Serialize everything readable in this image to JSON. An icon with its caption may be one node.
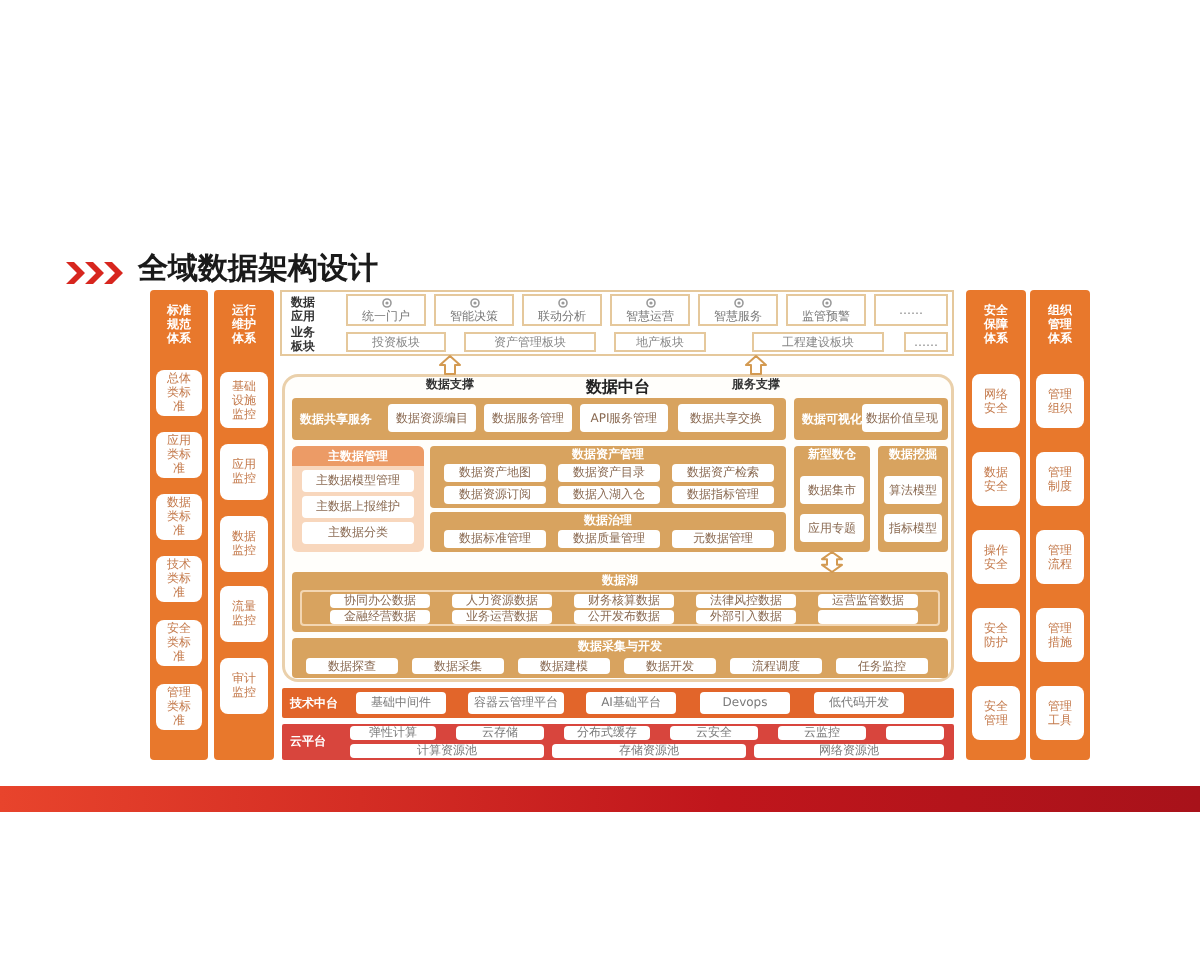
{
  "diagram": {
    "title": "全域数据架构设计",
    "nodes": [
      {
        "text": [
          "标准规范体系"
        ]
      },
      {
        "text": [
          "总体类标准"
        ],
        "in": 0
      },
      {
        "text": [
          "应用类标准"
        ],
        "in": 0
      },
      {
        "text": [
          "数据类标准"
        ],
        "in": 0
      },
      {
        "text": [
          "技术类标准"
        ],
        "in": 0
      },
      {
        "text": [
          "安全类标准"
        ],
        "in": 0
      },
      {
        "text": [
          "管理类标准"
        ],
        "in": 0
      },
      {
        "text": [
          "运行维护体系"
        ]
      },
      {
        "text": [
          "基础设施监控"
        ],
        "in": 7
      },
      {
        "text": [
          "应用监控"
        ],
        "in": 7
      },
      {
        "text": [
          "数据监控"
        ],
        "in": 7
      },
      {
        "text": [
          "流量监控"
        ],
        "in": 7
      },
      {
        "text": [
          "审计监控"
        ],
        "in": 7
      },
      {
        "text": [
          "数据应用",
          "业务板块"
        ]
      },
      {
        "text": [
          "统一门户"
        ],
        "in": 13
      },
      {
        "text": [
          "智能决策"
        ],
        "in": 13
      },
      {
        "text": [
          "联动分析"
        ],
        "in": 13
      },
      {
        "text": [
          "智慧运营"
        ],
        "in": 13
      },
      {
        "text": [
          "智慧服务"
        ],
        "in": 13
      },
      {
        "text": [
          "监管预警"
        ],
        "in": 13
      },
      {
        "text": [
          "……"
        ],
        "in": 13
      },
      {
        "text": [
          "投资板块"
        ],
        "in": 13
      },
      {
        "text": [
          "资产管理板块"
        ],
        "in": 13
      },
      {
        "text": [
          "地产板块"
        ],
        "in": 13
      },
      {
        "text": [
          "工程建设板块"
        ],
        "in": 13
      },
      {
        "text": [
          "……"
        ],
        "in": 13
      },
      {
        "text": [
          "数据中台"
        ]
      },
      {
        "text": [
          "数据共享服务"
        ],
        "in": 26
      },
      {
        "text": [
          "数据资源编目"
        ],
        "in": 27
      },
      {
        "text": [
          "数据服务管理"
        ],
        "in": 27
      },
      {
        "text": [
          "API服务管理"
        ],
        "in": 27
      },
      {
        "text": [
          "数据共享交换"
        ],
        "in": 27
      },
      {
        "text": [
          "数据可视化"
        ],
        "in": 26
      },
      {
        "text": [
          "数据价值呈现"
        ],
        "in": 32
      },
      {
        "text": [
          "主数据管理"
        ],
        "in": 26
      },
      {
        "text": [
          "主数据模型管理"
        ],
        "in": 34
      },
      {
        "text": [
          "主数据上报维护"
        ],
        "in": 34
      },
      {
        "text": [
          "主数据分类"
        ],
        "in": 34
      },
      {
        "text": [
          "数据资产管理"
        ],
        "in": 26
      },
      {
        "text": [
          "数据资产地图"
        ],
        "in": 38
      },
      {
        "text": [
          "数据资产目录"
        ],
        "in": 38
      },
      {
        "text": [
          "数据资产检索"
        ],
        "in": 38
      },
      {
        "text": [
          "数据资源订阅"
        ],
        "in": 38
      },
      {
        "text": [
          "数据入湖入仓"
        ],
        "in": 38
      },
      {
        "text": [
          "数据指标管理"
        ],
        "in": 38
      },
      {
        "text": [
          "数据治理"
        ],
        "in": 26
      },
      {
        "text": [
          "数据标准管理"
        ],
        "in": 45
      },
      {
        "text": [
          "数据质量管理"
        ],
        "in": 45
      },
      {
        "text": [
          "元数据管理"
        ],
        "in": 45
      },
      {
        "text": [
          "新型数仓"
        ],
        "in": 26
      },
      {
        "text": [
          "数据集市"
        ],
        "in": 49
      },
      {
        "text": [
          "应用专题"
        ],
        "in": 49
      },
      {
        "text": [
          "数据挖掘"
        ],
        "in": 26
      },
      {
        "text": [
          "算法模型"
        ],
        "in": 52
      },
      {
        "text": [
          "指标模型"
        ],
        "in": 52
      },
      {
        "text": [
          "数据湖"
        ],
        "in": 26
      },
      {
        "text": [],
        "shape": "box",
        "in": 55
      },
      {
        "text": [
          "协同办公数据"
        ],
        "in": 56
      },
      {
        "text": [
          "人力资源数据"
        ],
        "in": 56
      },
      {
        "text": [
          "财务核算数据"
        ],
        "in": 56
      },
      {
        "text": [
          "法律风控数据"
        ],
        "in": 56
      },
      {
        "text": [
          "运营监管数据"
        ],
        "in": 56
      },
      {
        "text": [
          "金融经营数据"
        ],
        "in": 56
      },
      {
        "text": [
          "业务运营数据"
        ],
        "in": 56
      },
      {
        "text": [
          "公开发布数据"
        ],
        "in": 56
      },
      {
        "text": [
          "外部引入数据"
        ],
        "in": 56
      },
      {
        "text": [],
        "shape": "box",
        "in": 56
      },
      {
        "text": [
          "数据采集与开发"
        ],
        "in": 26
      },
      {
        "text": [
          "数据探查"
        ],
        "in": 67
      },
      {
        "text": [
          "数据采集"
        ],
        "in": 67
      },
      {
        "text": [
          "数据建模"
        ],
        "in": 67
      },
      {
        "text": [
          "数据开发"
        ],
        "in": 67
      },
      {
        "text": [
          "流程调度"
        ],
        "in": 67
      },
      {
        "text": [
          "任务监控"
        ],
        "in": 67
      },
      {
        "text": [
          "技术中台"
        ]
      },
      {
        "text": [
          "基础中间件"
        ],
        "in": 74
      },
      {
        "text": [
          "容器云管理平台"
        ],
        "in": 74
      },
      {
        "text": [
          "AI基础平台"
        ],
        "in": 74
      },
      {
        "text": [
          "Devops"
        ],
        "in": 74
      },
      {
        "text": [
          "低代码开发"
        ],
        "in": 74
      },
      {
        "text": [
          "云平台"
        ]
      },
      {
        "text": [
          "弹性计算"
        ],
        "in": 80
      },
      {
        "text": [
          "云存储"
        ],
        "in": 80
      },
      {
        "text": [
          "分布式缓存"
        ],
        "in": 80
      },
      {
        "text": [
          "云安全"
        ],
        "in": 80
      },
      {
        "text": [
          "云监控"
        ],
        "in": 80
      },
      {
        "text": [],
        "shape": "box",
        "in": 80
      },
      {
        "text": [
          "计算资源池"
        ],
        "in": 80
      },
      {
        "text": [
          "存储资源池"
        ],
        "in": 80
      },
      {
        "text": [
          "网络资源池"
        ],
        "in": 80
      },
      {
        "text": [
          "安全保障体系"
        ]
      },
      {
        "text": [
          "网络安全"
        ],
        "in": 90
      },
      {
        "text": [
          "数据安全"
        ],
        "in": 90
      },
      {
        "text": [
          "操作安全"
        ],
        "in": 90
      },
      {
        "text": [
          "安全防护"
        ],
        "in": 90
      },
      {
        "text": [
          "安全管理"
        ],
        "in": 90
      },
      {
        "text": [
          "组织管理体系"
        ]
      },
      {
        "text": [
          "管理组织"
        ],
        "in": 96
      },
      {
        "text": [
          "管理制度"
        ],
        "in": 96
      },
      {
        "text": [
          "管理流程"
        ],
        "in": 96
      },
      {
        "text": [
          "管理措施"
        ],
        "in": 96
      },
      {
        "text": [
          "管理工具"
        ],
        "in": 96
      }
    ],
    "edges": [
      {
        "from": 26,
        "to": 13,
        "arrow": "to",
        "label": "数据支撑"
      },
      {
        "from": 26,
        "to": 13,
        "arrow": "to",
        "label": "服务支撑"
      },
      {
        "from": 55,
        "to": 49,
        "arrow": "both"
      }
    ]
  }
}
